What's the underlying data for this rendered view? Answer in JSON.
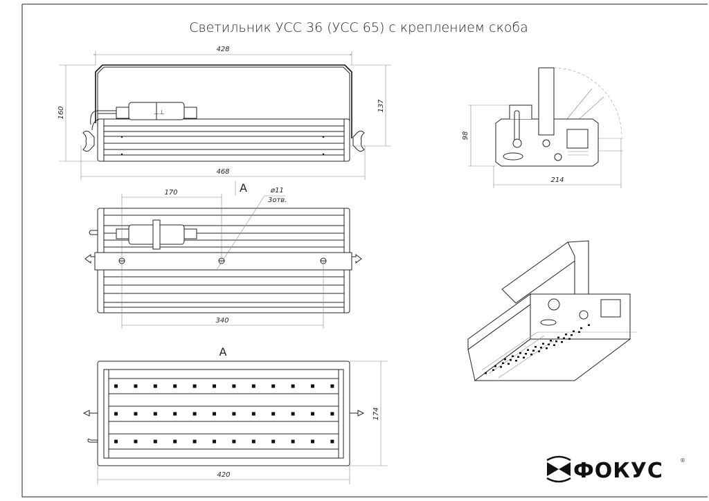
{
  "title": "Светильник УСС 36 (УСС 65) с креплением скоба",
  "front_view": {
    "dim_bracket_width": "428",
    "dim_total_width": "468",
    "dim_total_height": "160",
    "dim_bracket_height": "137"
  },
  "top_view": {
    "section_label": "A",
    "dim_hole_offset": "170",
    "dim_hole_span": "340",
    "hole_diameter": "ø11",
    "hole_count": "3отв."
  },
  "view_a": {
    "label": "A",
    "dim_width": "420",
    "dim_height": "174",
    "led_rows": 3,
    "led_columns": 12
  },
  "side_view": {
    "dim_height": "98",
    "dim_depth": "214"
  },
  "logo": {
    "text": "ФОКУС",
    "registered_mark": "®"
  },
  "colors": {
    "line": "#222222",
    "background": "#ffffff"
  }
}
